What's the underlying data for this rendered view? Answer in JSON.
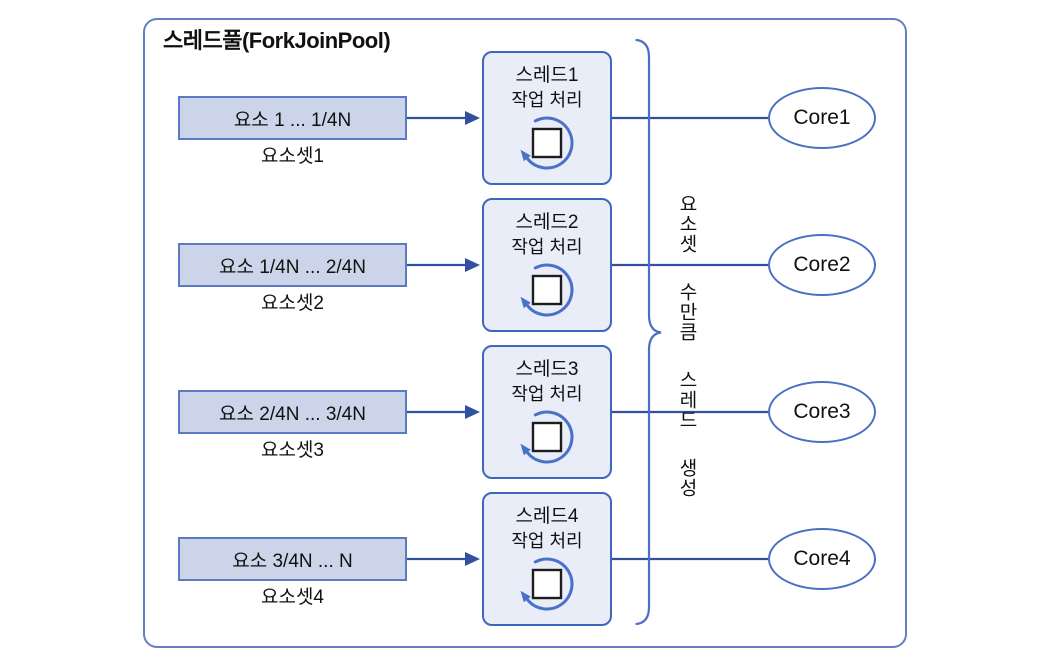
{
  "title": "스레드풀(ForkJoinPool)",
  "brace_label": "요소셋 수만큼 스레드 생성",
  "colors": {
    "line": "#31519e",
    "container_border": "#6580c2",
    "element_fill": "#ccd4e9",
    "element_border": "#5c79c4",
    "thread_fill": "#e9edf8",
    "thread_border": "#3f66bf",
    "core_border": "#4a6fc4",
    "loop_arrow": "#4a71c9",
    "square_border": "#1d1d1d",
    "text": "#111111"
  },
  "rows": [
    {
      "element_range": "요소 1 ... 1/4N",
      "element_set": "요소셋1",
      "thread_name": "스레드1",
      "thread_task": "작업 처리",
      "core": "Core1"
    },
    {
      "element_range": "요소 1/4N ... 2/4N",
      "element_set": "요소셋2",
      "thread_name": "스레드2",
      "thread_task": "작업 처리",
      "core": "Core2"
    },
    {
      "element_range": "요소 2/4N ... 3/4N",
      "element_set": "요소셋3",
      "thread_name": "스레드3",
      "thread_task": "작업 처리",
      "core": "Core3"
    },
    {
      "element_range": "요소 3/4N ... N",
      "element_set": "요소셋4",
      "thread_name": "스레드4",
      "thread_task": "작업 처리",
      "core": "Core4"
    }
  ]
}
